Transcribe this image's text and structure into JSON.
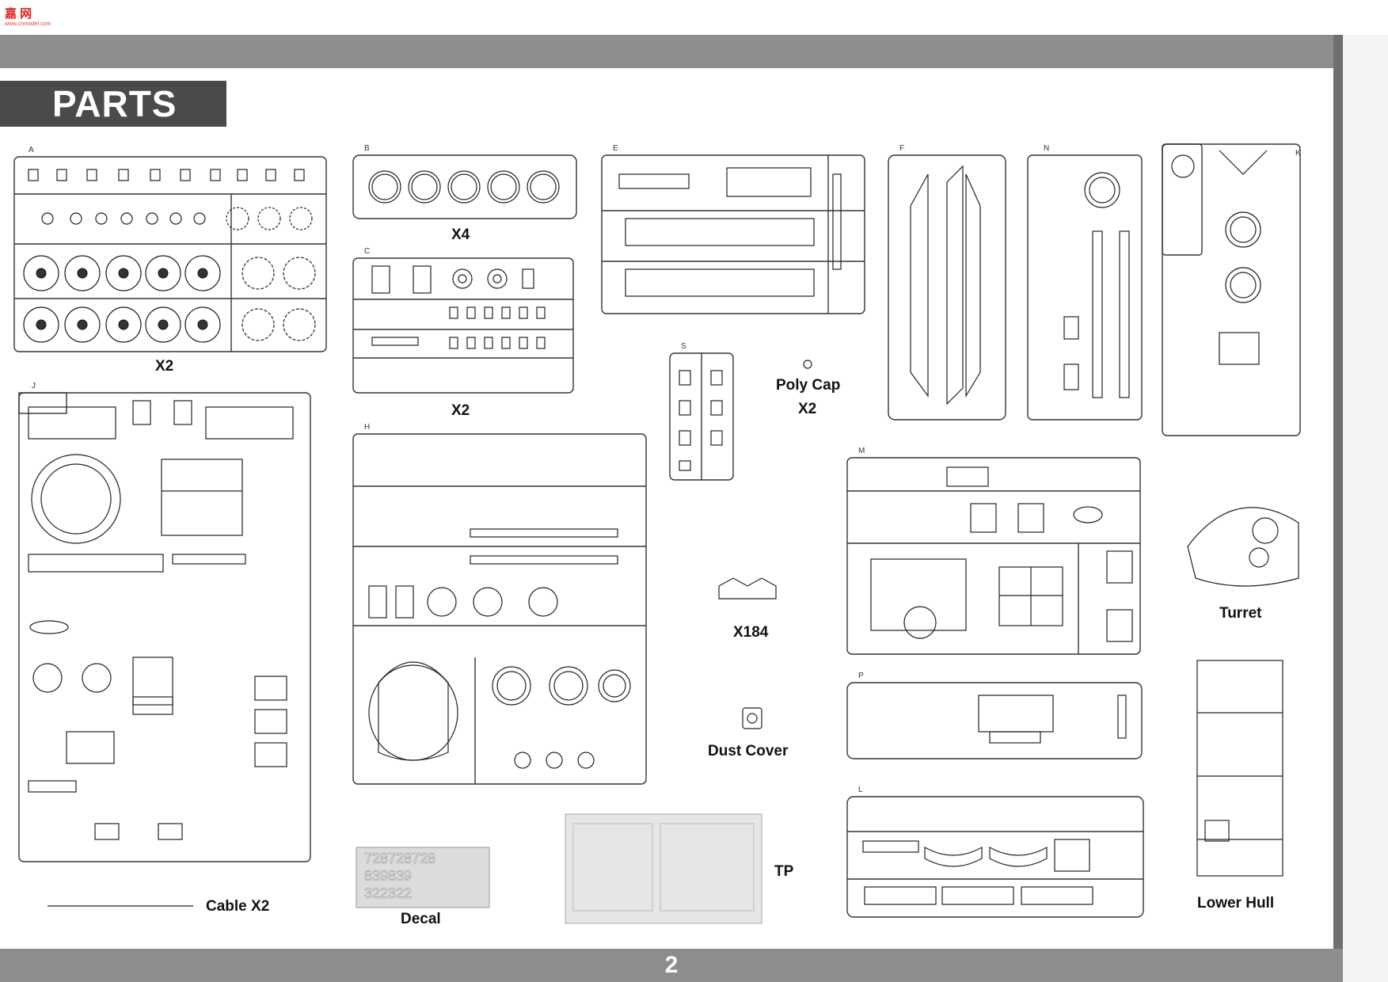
{
  "watermark": {
    "text": "嘉 网",
    "sub": "www.cnmodel.com"
  },
  "page": {
    "title": "PARTS",
    "number": "2"
  },
  "sprues": [
    {
      "id": "A",
      "multiplier": "X2"
    },
    {
      "id": "B",
      "multiplier": "X4"
    },
    {
      "id": "C",
      "multiplier": "X2"
    },
    {
      "id": "E",
      "multiplier": ""
    },
    {
      "id": "F",
      "multiplier": ""
    },
    {
      "id": "N",
      "multiplier": ""
    },
    {
      "id": "K",
      "multiplier": ""
    },
    {
      "id": "S",
      "multiplier": ""
    },
    {
      "id": "J",
      "multiplier": ""
    },
    {
      "id": "H",
      "multiplier": ""
    },
    {
      "id": "M",
      "multiplier": ""
    },
    {
      "id": "P",
      "multiplier": ""
    },
    {
      "id": "L",
      "multiplier": ""
    }
  ],
  "labels": {
    "poly_cap": "Poly Cap",
    "poly_cap_mult": "X2",
    "track_mult": "X184",
    "dust_cover": "Dust Cover",
    "turret": "Turret",
    "lower_hull": "Lower Hull",
    "cable": "Cable  X2",
    "decal": "Decal",
    "tp": "TP"
  },
  "decal_sheet": {
    "line1": "728728728",
    "line2": "839839",
    "line3": "322322"
  }
}
